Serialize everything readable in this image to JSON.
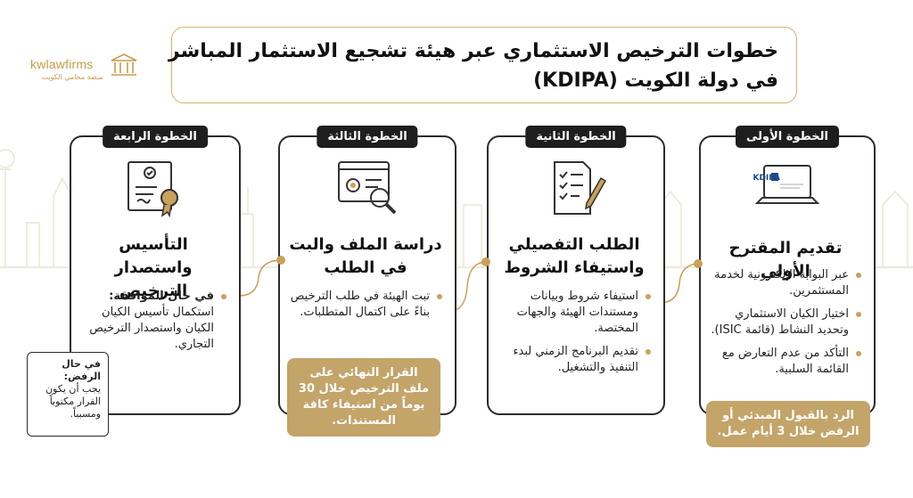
{
  "brand": {
    "name": "kwlawfirms",
    "tagline": "منصة محامي الكويت",
    "icon": "columns-building-icon"
  },
  "title": {
    "line1": "خطوات الترخيص الاستثماري عبر هيئة تشجيع الاستثمار المباشر",
    "line2": "في دولة الكويت (KDIPA)"
  },
  "steps": [
    {
      "badge": "الخطوة الأولى",
      "icon": "laptop-kdipa-icon",
      "icon_text": "KDIPA",
      "title": "تقديم المقترح الأولي",
      "bullets": [
        "عبر البوابة الإلكترونية لخدمة المستثمرين.",
        "اختيار الكيان الاستثماري وتحديد النشاط (قائمة ISIC).",
        "التأكد من عدم التعارض مع القائمة السلبية."
      ],
      "note": "الرد بالقبول المبدئي أو الرفض خلال 3 أيام عمل."
    },
    {
      "badge": "الخطوة الثانية",
      "icon": "checklist-pen-icon",
      "title": "الطلب التفصيلي واستيفاء الشروط",
      "bullets": [
        "استيفاء شروط وبيانات ومستندات الهيئة والجهات المختصة.",
        "تقديم البرنامج الزمني لبدء التنفيذ والتشغيل."
      ]
    },
    {
      "badge": "الخطوة الثالثة",
      "icon": "document-gear-magnifier-icon",
      "title": "دراسة الملف والبت في الطلب",
      "bullets": [
        "تبت الهيئة في طلب الترخيص بناءً على اكتمال المتطلبات."
      ],
      "note": "القرار النهائي على ملف الترخيص خلال 30 يوماً من استيفاء كافة المستندات."
    },
    {
      "badge": "الخطوة الرابعة",
      "icon": "certificate-ribbon-icon",
      "title": "التأسيس واستصدار الترخيص",
      "approval_label": "في حال الموافقة:",
      "approval_text": "استكمال تأسيس الكيان الكيان واستصدار الترخيص التجاري.",
      "reject_label": "في حال الرفض:",
      "reject_text": "يجب أن يكون القرار مكتوباً ومسبباً."
    }
  ],
  "colors": {
    "gold": "#c9a15a",
    "note_bg": "#c3a469",
    "dark": "#1e1e1e"
  }
}
